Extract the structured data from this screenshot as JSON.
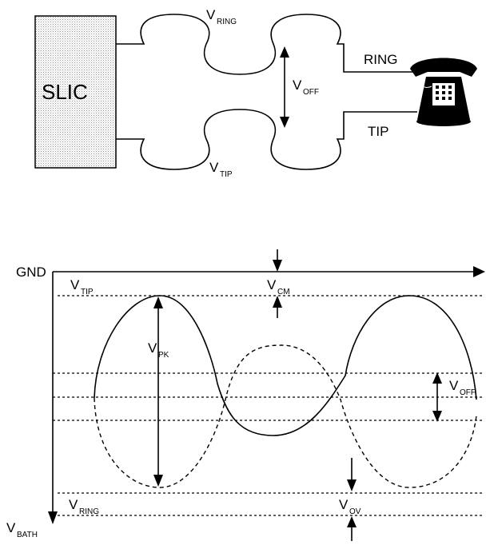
{
  "top_diagram": {
    "slic_label": "SLIC",
    "ring_label": "RING",
    "tip_label": "TIP",
    "v_ring": {
      "main": "V",
      "sub": "RING"
    },
    "v_off": {
      "main": "V",
      "sub": "OFF"
    },
    "v_tip": {
      "main": "V",
      "sub": "TIP"
    }
  },
  "waveform": {
    "gnd_label": "GND",
    "v_tip": {
      "main": "V",
      "sub": "TIP"
    },
    "v_cm": {
      "main": "V",
      "sub": "CM"
    },
    "v_pk": {
      "main": "V",
      "sub": "PK"
    },
    "v_off": {
      "main": "V",
      "sub": "OFF"
    },
    "v_ring": {
      "main": "V",
      "sub": "RING"
    },
    "v_ov": {
      "main": "V",
      "sub": "OV"
    },
    "v_bath": {
      "main": "V",
      "sub": "BATH"
    }
  },
  "icons": [
    "telephone-icon",
    "arrow-icon"
  ]
}
